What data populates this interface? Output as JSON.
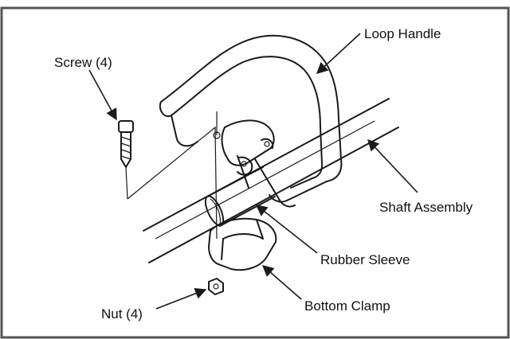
{
  "labels": {
    "loop_handle": "Loop Handle",
    "screw": "Screw (4)",
    "shaft_assembly": "Shaft Assembly",
    "rubber_sleeve": "Rubber Sleeve",
    "bottom_clamp": "Bottom Clamp",
    "nut": "Nut (4)"
  },
  "colors": {
    "ink": "#1a1a1a",
    "background": "#ffffff",
    "border": "#555555"
  }
}
